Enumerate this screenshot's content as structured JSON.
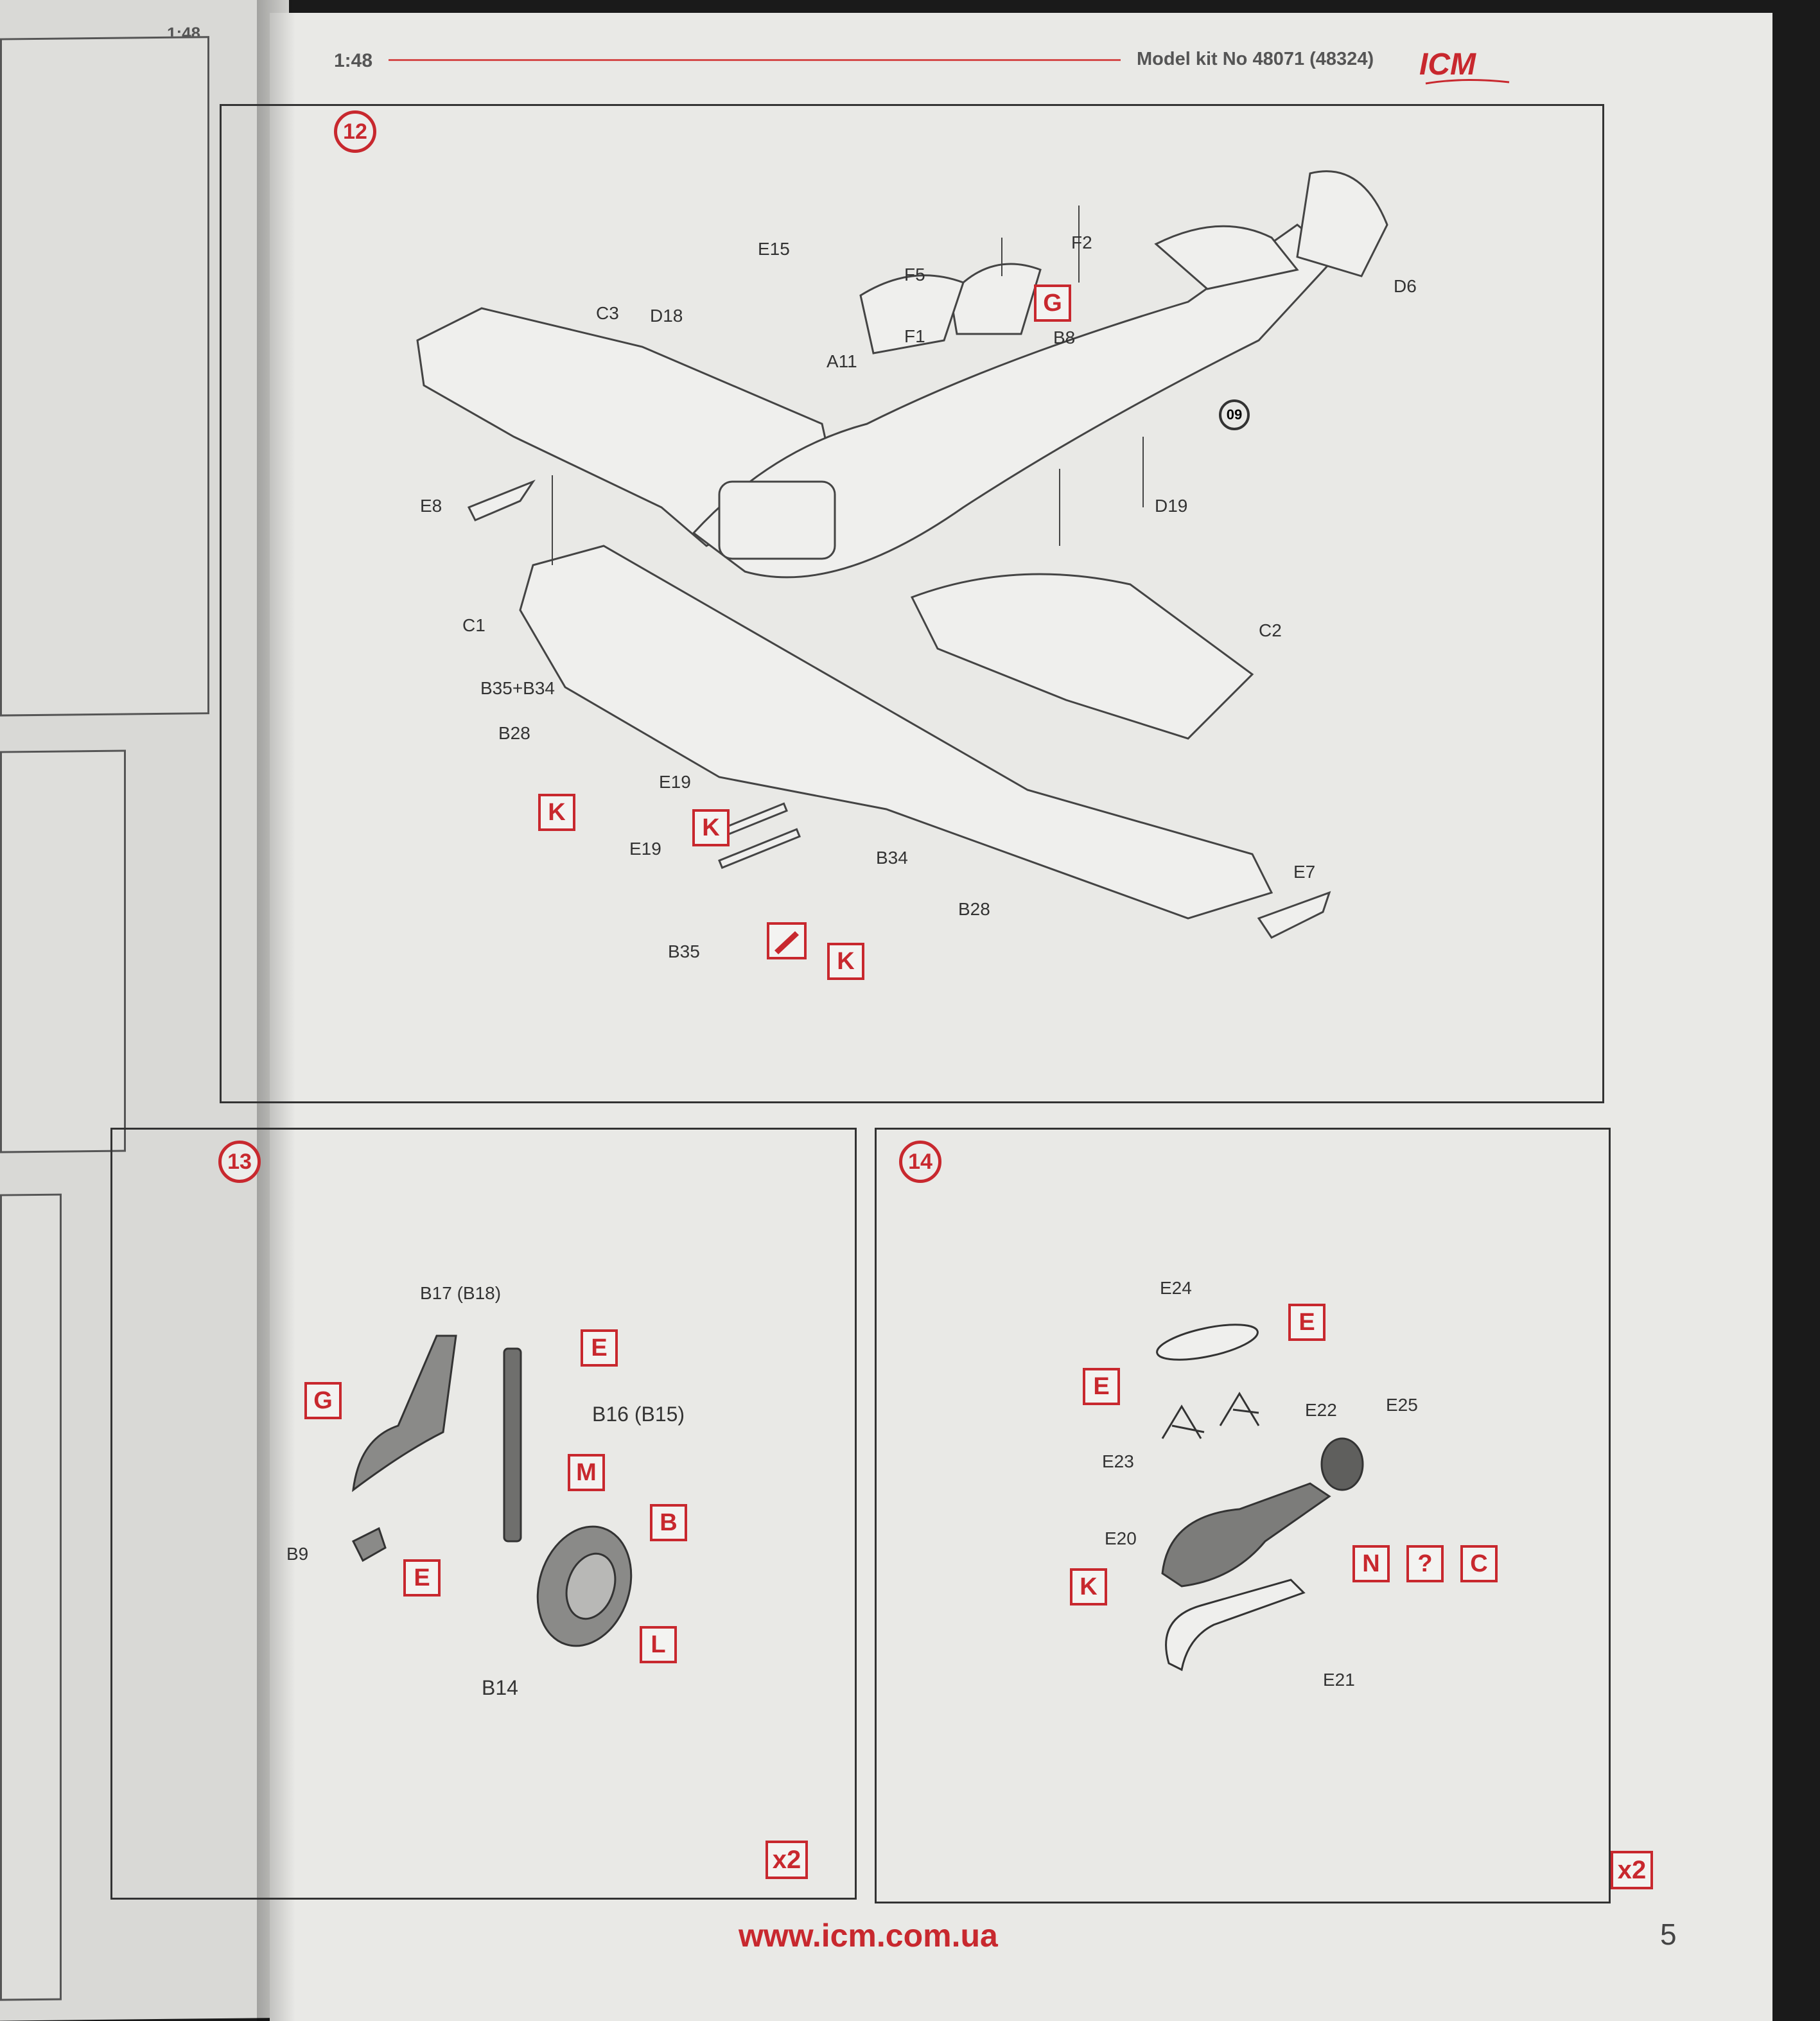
{
  "left_page": {
    "scale": "1:48"
  },
  "header": {
    "scale": "1:48",
    "model_kit": "Model kit No 48071 (48324)",
    "logo_text": "ICM"
  },
  "step12": {
    "number": "12",
    "parts": [
      "E15",
      "F2",
      "F5",
      "G",
      "B8",
      "C3",
      "D18",
      "D6",
      "A11",
      "F1",
      "09",
      "D19",
      "E8",
      "C1",
      "C2",
      "B35+B34",
      "B28",
      "E19",
      "K",
      "E19",
      "K",
      "B34",
      "B28",
      "E7",
      "B35",
      "K"
    ]
  },
  "step13": {
    "number": "13",
    "parts": {
      "b17": "B17 (B18)",
      "e_top": "E",
      "b16": "B16 (B15)",
      "g": "G",
      "m": "M",
      "b": "B",
      "b9": "B9",
      "e_bottom": "E",
      "l": "L",
      "b14": "B14"
    },
    "multiplier": "x2"
  },
  "step14": {
    "number": "14",
    "parts": {
      "e24": "E24",
      "e_right": "E",
      "e_left": "E",
      "e22": "E22",
      "e25": "E25",
      "e23": "E23",
      "e20": "E20",
      "n": "N",
      "q": "?",
      "c": "C",
      "k": "K",
      "e21": "E21"
    },
    "multiplier": "x2"
  },
  "footer": {
    "url": "www.icm.com.ua",
    "page_number": "5"
  },
  "colors": {
    "accent_red": "#c8282e",
    "paper": "#e9e9e6",
    "line": "#333333"
  }
}
